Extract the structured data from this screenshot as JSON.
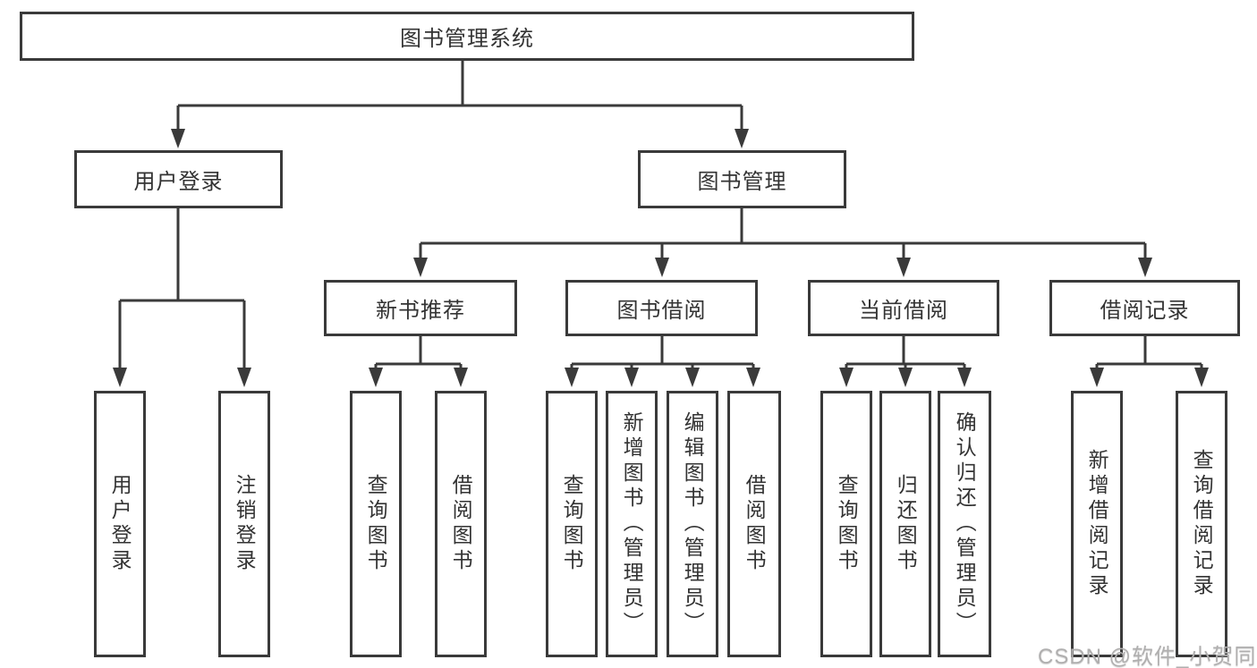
{
  "tree": {
    "root": {
      "label": "图书管理系统"
    },
    "children": [
      {
        "label": "用户登录",
        "children": [
          {
            "label": "用户登录"
          },
          {
            "label": "注销登录"
          }
        ]
      },
      {
        "label": "图书管理",
        "children": [
          {
            "label": "新书推荐",
            "children": [
              {
                "label": "查询图书"
              },
              {
                "label": "借阅图书"
              }
            ]
          },
          {
            "label": "图书借阅",
            "children": [
              {
                "label": "查询图书"
              },
              {
                "label": "新增图书（管理员）"
              },
              {
                "label": "编辑图书（管理员）"
              },
              {
                "label": "借阅图书"
              }
            ]
          },
          {
            "label": "当前借阅",
            "children": [
              {
                "label": "查询图书"
              },
              {
                "label": "归还图书"
              },
              {
                "label": "确认归还（管理员）"
              }
            ]
          },
          {
            "label": "借阅记录",
            "children": [
              {
                "label": "新增借阅记录"
              },
              {
                "label": "查询借阅记录"
              }
            ]
          }
        ]
      }
    ]
  },
  "watermark": {
    "text": "CSDN @软件_小贺同学"
  },
  "colors": {
    "line": "#3a3a3a",
    "box_border": "#3a3a3a",
    "text": "#333333",
    "watermark": "#b0afaf",
    "background": "#ffffff"
  }
}
